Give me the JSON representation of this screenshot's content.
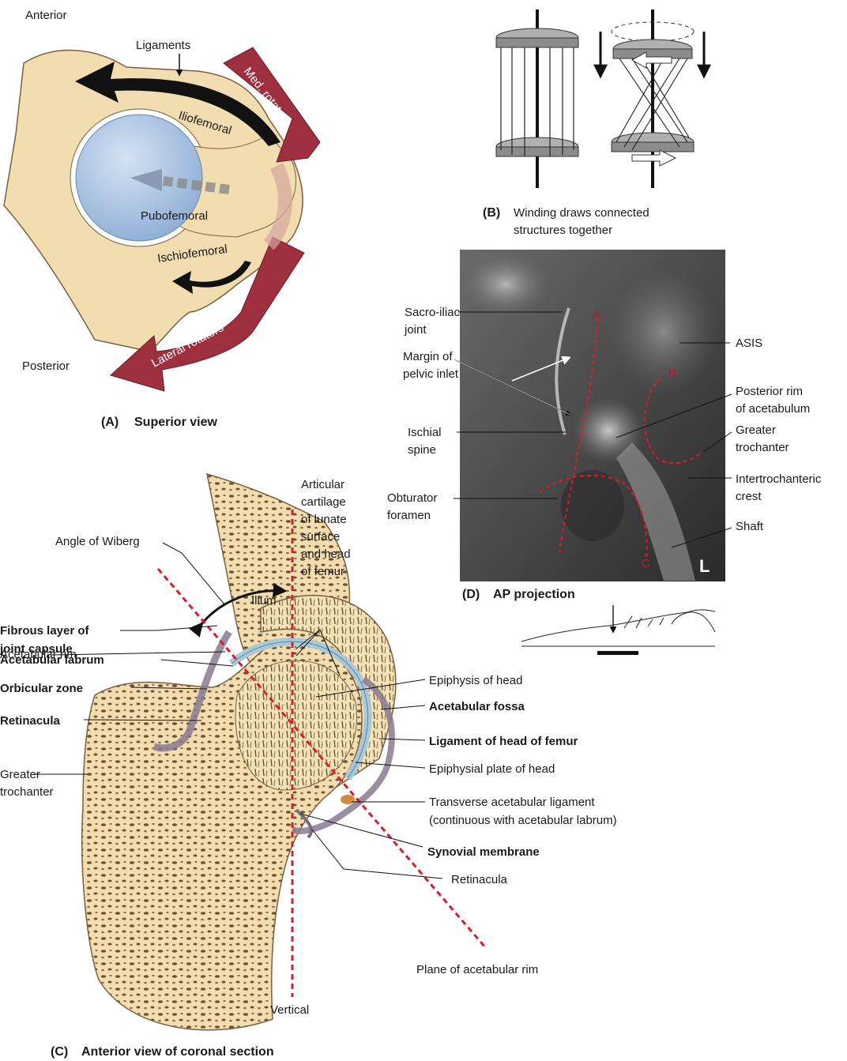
{
  "panel_a": {
    "caption_letter": "(A)",
    "caption_text": "Superior view",
    "anterior": "Anterior",
    "posterior": "Posterior",
    "ligaments": "Ligaments",
    "iliofemoral": "Iliofemoral",
    "pubofemoral": "Pubofemoral",
    "ischiofemoral": "Ischiofemoral",
    "med_rotators": "Med. rotators",
    "lateral_rotators": "Lateral rotators"
  },
  "panel_b": {
    "caption_letter": "(B)",
    "caption_line1": "Winding draws connected",
    "caption_line2": "structures together"
  },
  "panel_c": {
    "caption_letter": "(C)",
    "caption_text": "Anterior view of coronal section",
    "angle_of_wiberg": "Angle of Wiberg",
    "fibrous_layer_1": "Fibrous layer of",
    "fibrous_layer_2": "joint capsule",
    "acetabular_rim": "Acetabular rim",
    "acetabular_labrum": "Acetabular labrum",
    "orbicular_zone": "Orbicular zone",
    "retinacula_left": "Retinacula",
    "greater_trochanter_1": "Greater",
    "greater_trochanter_2": "trochanter",
    "articular_1": "Articular",
    "articular_2": "cartilage",
    "articular_3": "of lunate",
    "articular_4": "surface",
    "articular_5": "and head",
    "articular_6": "of femur",
    "ilium": "Ilium",
    "epiphysis_of_head": "Epiphysis of head",
    "acetabular_fossa": "Acetabular fossa",
    "ligament_of_head": "Ligament of head of femur",
    "epiphysial_plate": "Epiphysial plate of head",
    "transverse_1": "Transverse acetabular ligament",
    "transverse_2": "(continuous with acetabular labrum)",
    "synovial_membrane": "Synovial membrane",
    "retinacula_right": "Retinacula",
    "plane_of_rim": "Plane of acetabular rim",
    "vertical": "Vertical"
  },
  "panel_d": {
    "caption_letter": "(D)",
    "caption_text": "AP projection",
    "sacroiliac_1": "Sacro-iliac",
    "sacroiliac_2": "joint",
    "margin_1": "Margin of",
    "margin_2": "pelvic inlet",
    "ischial_1": "Ischial",
    "ischial_2": "spine",
    "obturator_1": "Obturator",
    "obturator_2": "foramen",
    "asis": "ASIS",
    "posterior_rim_1": "Posterior rim",
    "posterior_rim_2": "of acetabulum",
    "greater_troch_1": "Greater",
    "greater_troch_2": "trochanter",
    "intertroch_1": "Intertrochanteric",
    "intertroch_2": "crest",
    "shaft": "Shaft",
    "marker_a": "A",
    "marker_b": "B",
    "marker_c": "C",
    "side_marker": "L"
  },
  "colors": {
    "bone": "#f1ddb0",
    "head": "#a9c2e0",
    "rotators": "#9e2f3e",
    "reference_line": "#e0192e"
  }
}
